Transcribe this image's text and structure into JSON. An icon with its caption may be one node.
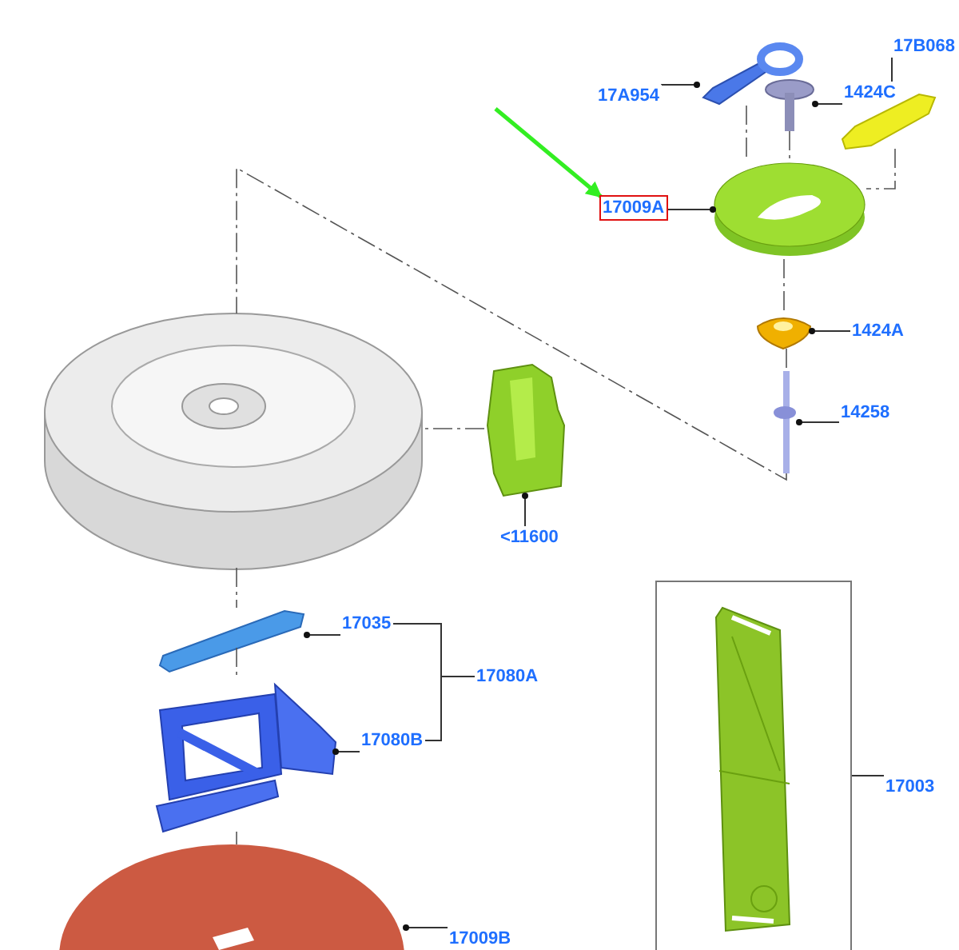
{
  "diagram": {
    "nodes": [
      {
        "text": [
          "17A954"
        ]
      },
      {
        "text": [],
        "shape": "picture"
      },
      {
        "text": [
          "1424C"
        ]
      },
      {
        "text": [],
        "shape": "picture"
      },
      {
        "text": [
          "17B068"
        ]
      },
      {
        "text": [],
        "shape": "picture"
      },
      {
        "text": [
          "17009A"
        ]
      },
      {
        "text": [],
        "shape": "picture"
      },
      {
        "text": [
          "1424A"
        ]
      },
      {
        "text": [],
        "shape": "picture"
      },
      {
        "text": [
          "14258"
        ]
      },
      {
        "text": [],
        "shape": "picture"
      },
      {
        "text": [
          "<11600"
        ]
      },
      {
        "text": [],
        "shape": "picture"
      },
      {
        "text": [
          "17035"
        ]
      },
      {
        "text": [],
        "shape": "picture"
      },
      {
        "text": [
          "17080A"
        ]
      },
      {
        "text": [
          "17080B"
        ]
      },
      {
        "text": [],
        "shape": "picture"
      },
      {
        "text": [
          "17009B"
        ]
      },
      {
        "text": [],
        "shape": "picture"
      },
      {
        "text": [
          "17003"
        ]
      },
      {
        "text": [],
        "shape": "box"
      },
      {
        "text": [],
        "shape": "picture",
        "in": 22
      },
      {
        "text": [],
        "shape": "picture"
      }
    ],
    "edges": [
      {
        "from": 0,
        "to": 1,
        "arrow": "other"
      },
      {
        "from": 2,
        "to": 3,
        "arrow": "other"
      },
      {
        "from": 4,
        "to": 5,
        "arrow": "other"
      },
      {
        "from": 6,
        "to": 7,
        "arrow": "other"
      },
      {
        "from": 8,
        "to": 9,
        "arrow": "other"
      },
      {
        "from": 10,
        "to": 11,
        "arrow": "other"
      },
      {
        "from": 12,
        "to": 13,
        "arrow": "other"
      },
      {
        "from": 14,
        "to": 15,
        "arrow": "other"
      },
      {
        "from": 16,
        "to": 14,
        "arrow": "none"
      },
      {
        "from": 16,
        "to": 17,
        "arrow": "none"
      },
      {
        "from": 17,
        "to": 18,
        "arrow": "other"
      },
      {
        "from": 19,
        "to": 20,
        "arrow": "other"
      },
      {
        "from": 21,
        "to": 22,
        "arrow": "none"
      },
      {
        "from": null,
        "to": 6,
        "arrow": "to",
        "style": "thick",
        "color": "#33ee22"
      },
      {
        "from": 1,
        "to": 7,
        "arrow": "none",
        "style": "dashed"
      },
      {
        "from": 3,
        "to": 7,
        "arrow": "none",
        "style": "dashed"
      },
      {
        "from": 5,
        "to": 7,
        "arrow": "none",
        "style": "dashed"
      },
      {
        "from": 7,
        "to": 9,
        "arrow": "none",
        "style": "dashed"
      },
      {
        "from": 9,
        "to": 11,
        "arrow": "none",
        "style": "dashed"
      },
      {
        "from": 11,
        "to": 24,
        "arrow": "none",
        "style": "dashed"
      },
      {
        "from": 13,
        "to": 24,
        "arrow": "none",
        "style": "dashed"
      },
      {
        "from": 24,
        "to": 15,
        "arrow": "none",
        "style": "dashed"
      },
      {
        "from": 15,
        "to": 18,
        "arrow": "none",
        "style": "dashed"
      },
      {
        "from": 18,
        "to": 20,
        "arrow": "none",
        "style": "dashed"
      }
    ]
  }
}
